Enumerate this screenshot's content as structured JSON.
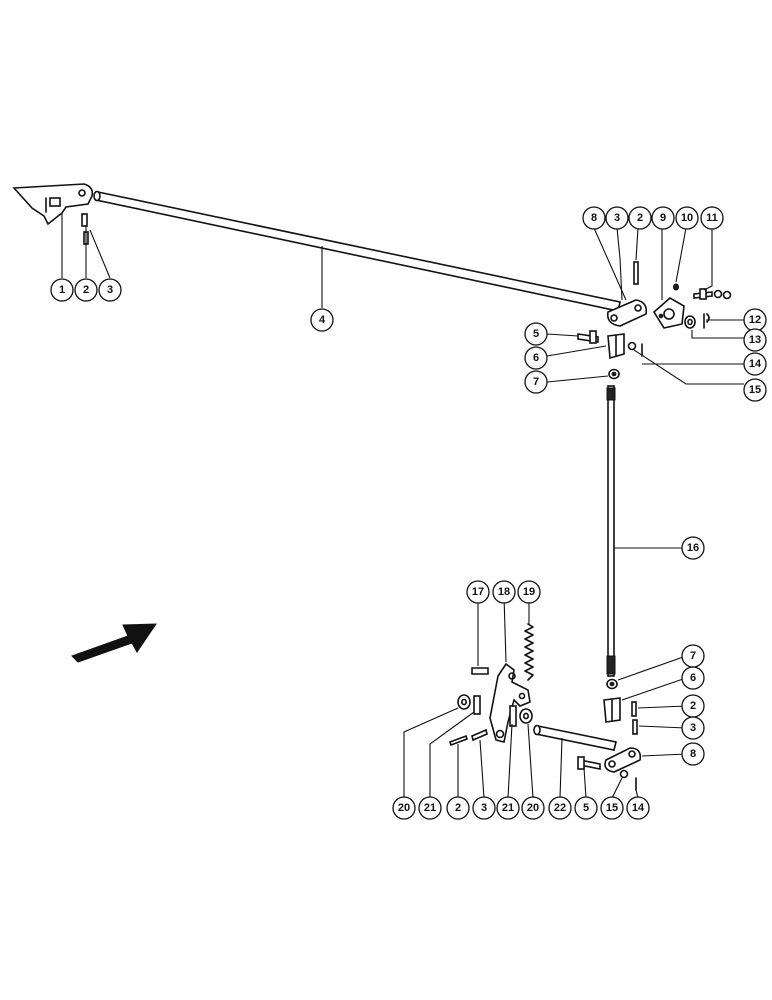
{
  "callouts": [
    {
      "id": "c1",
      "label": "1"
    },
    {
      "id": "c2a",
      "label": "2"
    },
    {
      "id": "c3a",
      "label": "3"
    },
    {
      "id": "c4",
      "label": "4"
    },
    {
      "id": "c8a",
      "label": "8"
    },
    {
      "id": "c3b",
      "label": "3"
    },
    {
      "id": "c2b",
      "label": "2"
    },
    {
      "id": "c9",
      "label": "9"
    },
    {
      "id": "c10",
      "label": "10"
    },
    {
      "id": "c11",
      "label": "11"
    },
    {
      "id": "c12",
      "label": "12"
    },
    {
      "id": "c13",
      "label": "13"
    },
    {
      "id": "c14a",
      "label": "14"
    },
    {
      "id": "c15a",
      "label": "15"
    },
    {
      "id": "c5a",
      "label": "5"
    },
    {
      "id": "c6a",
      "label": "6"
    },
    {
      "id": "c7a",
      "label": "7"
    },
    {
      "id": "c16",
      "label": "16"
    },
    {
      "id": "c17",
      "label": "17"
    },
    {
      "id": "c18",
      "label": "18"
    },
    {
      "id": "c19",
      "label": "19"
    },
    {
      "id": "c7b",
      "label": "7"
    },
    {
      "id": "c6b",
      "label": "6"
    },
    {
      "id": "c2c",
      "label": "2"
    },
    {
      "id": "c3c",
      "label": "3"
    },
    {
      "id": "c8b",
      "label": "8"
    },
    {
      "id": "c20a",
      "label": "20"
    },
    {
      "id": "c21a",
      "label": "21"
    },
    {
      "id": "c2d",
      "label": "2"
    },
    {
      "id": "c3d",
      "label": "3"
    },
    {
      "id": "c21b",
      "label": "21"
    },
    {
      "id": "c20b",
      "label": "20"
    },
    {
      "id": "c22",
      "label": "22"
    },
    {
      "id": "c5b",
      "label": "5"
    },
    {
      "id": "c15b",
      "label": "15"
    },
    {
      "id": "c14b",
      "label": "14"
    }
  ]
}
